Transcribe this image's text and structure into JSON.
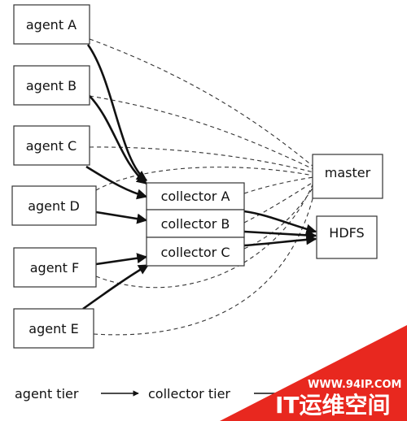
{
  "nodes": {
    "agent_a": "agent A",
    "agent_b": "agent B",
    "agent_c": "agent C",
    "agent_d": "agent D",
    "agent_f": "agent F",
    "agent_e": "agent E",
    "collector_a": "collector A",
    "collector_b": "collector B",
    "collector_c": "collector C",
    "master": "master",
    "hdfs": "HDFS"
  },
  "legend": {
    "agent_tier": "agent tier",
    "collector_tier": "collector tier"
  },
  "watermark": {
    "site": "WWW.94IP.COM",
    "brand": "IT运维空间",
    "color": "#e8281f"
  }
}
